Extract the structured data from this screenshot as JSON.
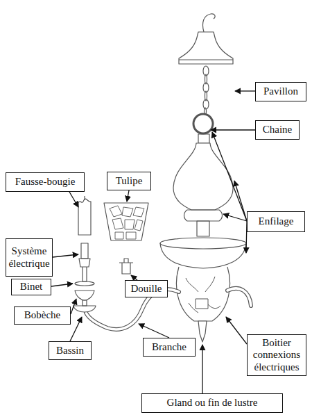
{
  "diagram": {
    "nodes": [
      {
        "text": [
          "Pavillon"
        ]
      },
      {
        "text": [
          "Chaine"
        ]
      },
      {
        "text": [
          "Fausse-bougie"
        ]
      },
      {
        "text": [
          "Tulipe"
        ]
      },
      {
        "text": [
          "Enfilage"
        ]
      },
      {
        "text": [
          "Système électrique"
        ]
      },
      {
        "text": [
          "Binet"
        ]
      },
      {
        "text": [
          "Douille"
        ]
      },
      {
        "text": [
          "Bobèche"
        ]
      },
      {
        "text": [
          "Bassin"
        ]
      },
      {
        "text": [
          "Branche"
        ]
      },
      {
        "text": [
          "Boitier connexions électriques"
        ]
      },
      {
        "text": [
          "Gland ou fin de lustre"
        ]
      }
    ]
  }
}
